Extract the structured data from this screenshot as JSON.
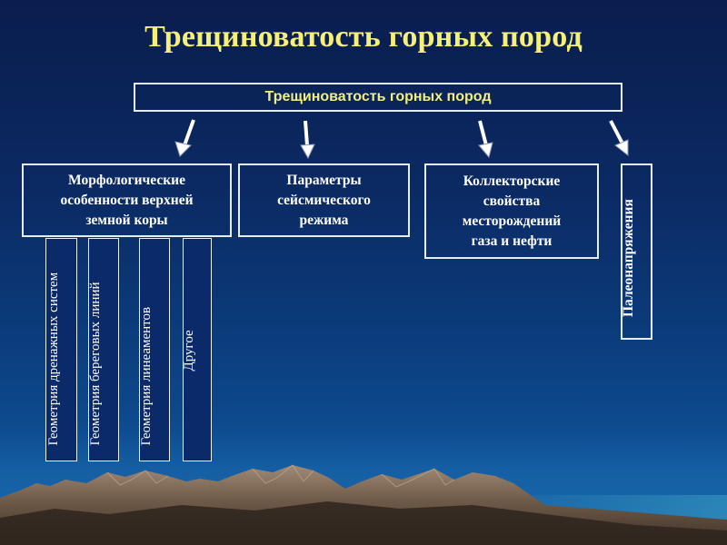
{
  "slide": {
    "title": "Трещиноватость горных пород",
    "root_label": "Трещиноватость горных пород",
    "categories": [
      {
        "label": "Морфологические\nособенности верхней\nземной коры"
      },
      {
        "label": "Параметры\nсейсмического\nрежима"
      },
      {
        "label": "Коллекторские\nсвойства\nместорождений\nгаза и нефти"
      },
      {
        "label": "Палеонапряжения"
      }
    ],
    "subcategories": [
      {
        "label": "Геометрия дренажных систем"
      },
      {
        "label": "Геометрия береговых линий"
      },
      {
        "label": "Геометрия линеаментов"
      },
      {
        "label": "Другое"
      }
    ]
  },
  "colors": {
    "title": "#f6f07a",
    "root_text": "#f2ef7d",
    "box_border": "#e6eef8",
    "text": "#ffffff"
  }
}
